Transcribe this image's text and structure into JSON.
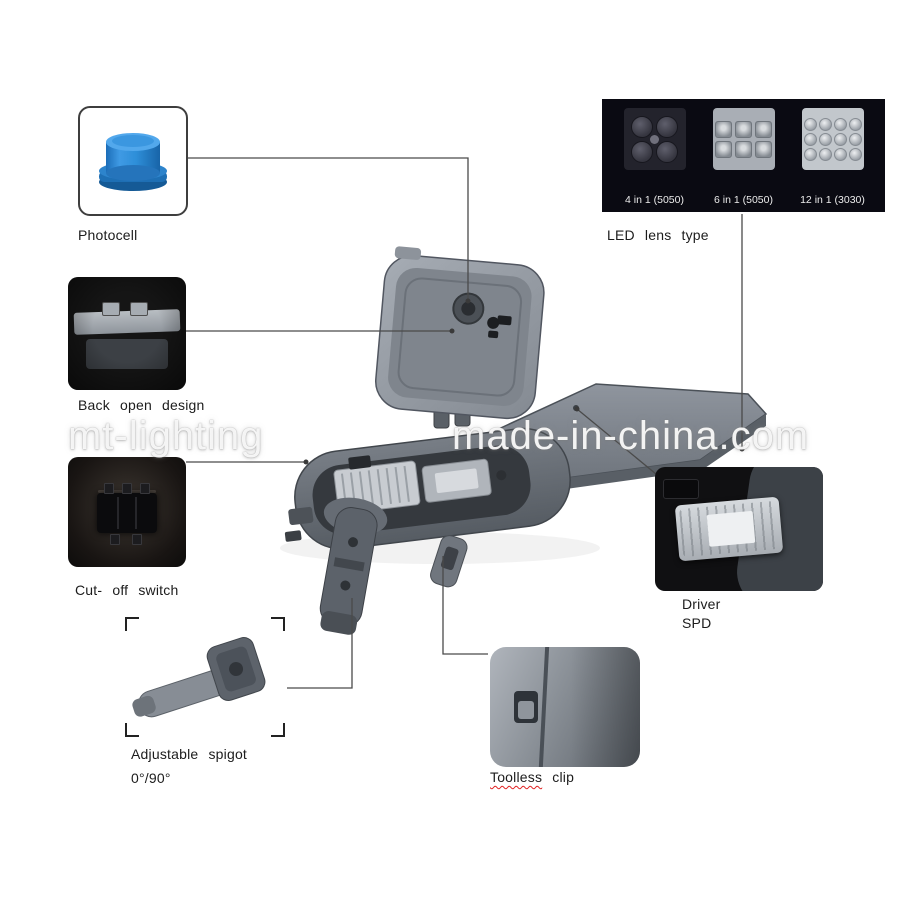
{
  "watermark": {
    "part1": "mt-lighting",
    "part2": "made-in-china.com"
  },
  "callouts": {
    "photocell": {
      "label": "Photocell"
    },
    "led_lens": {
      "label": "LED lens type",
      "variants": [
        {
          "name": "4 in 1 (5050)",
          "rows": 2,
          "cols": 2
        },
        {
          "name": "6 in 1 (5050)",
          "rows": 2,
          "cols": 3
        },
        {
          "name": "12 in 1 (3030)",
          "rows": 3,
          "cols": 4
        }
      ]
    },
    "back_open": {
      "label": "Back open design"
    },
    "cut_off": {
      "label": "Cut- off switch"
    },
    "spigot": {
      "label": "Adjustable spigot",
      "sub_label": "0°/90°"
    },
    "toolless": {
      "word1": "Toolless",
      "word2": "clip"
    },
    "driver": {
      "line1": "Driver",
      "line2": "SPD"
    }
  },
  "colors": {
    "line": "#4a4a4a",
    "label_text": "#1c1c1c",
    "lens_panel_bg": "#0a0a12",
    "photocell_blue": "#2e8fd9",
    "metal_gray": "#6a7078",
    "spellcheck_red": "#e02020",
    "watermark_text": "#ffffff"
  }
}
